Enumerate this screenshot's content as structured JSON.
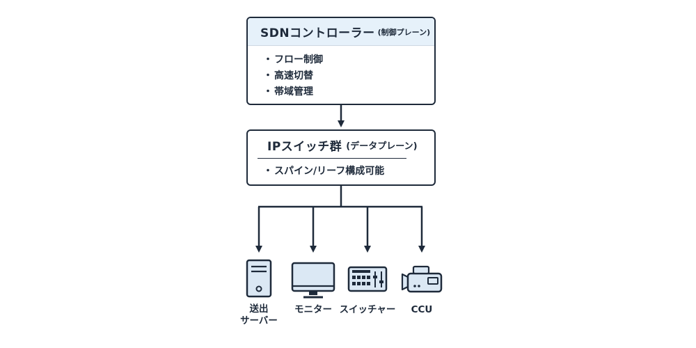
{
  "controller": {
    "title": "SDNコントローラー",
    "subtitle": "(制御プレーン)",
    "items": [
      "フロー制御",
      "高速切替",
      "帯域管理"
    ]
  },
  "switches": {
    "title": "IPスイッチ群",
    "subtitle": "(データプレーン)",
    "items": [
      "スパイン/リーフ構成可能"
    ]
  },
  "devices": [
    {
      "label_lines": [
        "送出",
        "サーバー"
      ],
      "icon": "server-icon"
    },
    {
      "label_lines": [
        "モニター"
      ],
      "icon": "monitor-icon"
    },
    {
      "label_lines": [
        "スイッチャー"
      ],
      "icon": "switcher-icon"
    },
    {
      "label_lines": [
        "CCU"
      ],
      "icon": "camera-icon"
    }
  ],
  "colors": {
    "line": "#1e2a3a",
    "header_fill": "#e6f1fa",
    "icon_fill": "#dbe8f4"
  }
}
